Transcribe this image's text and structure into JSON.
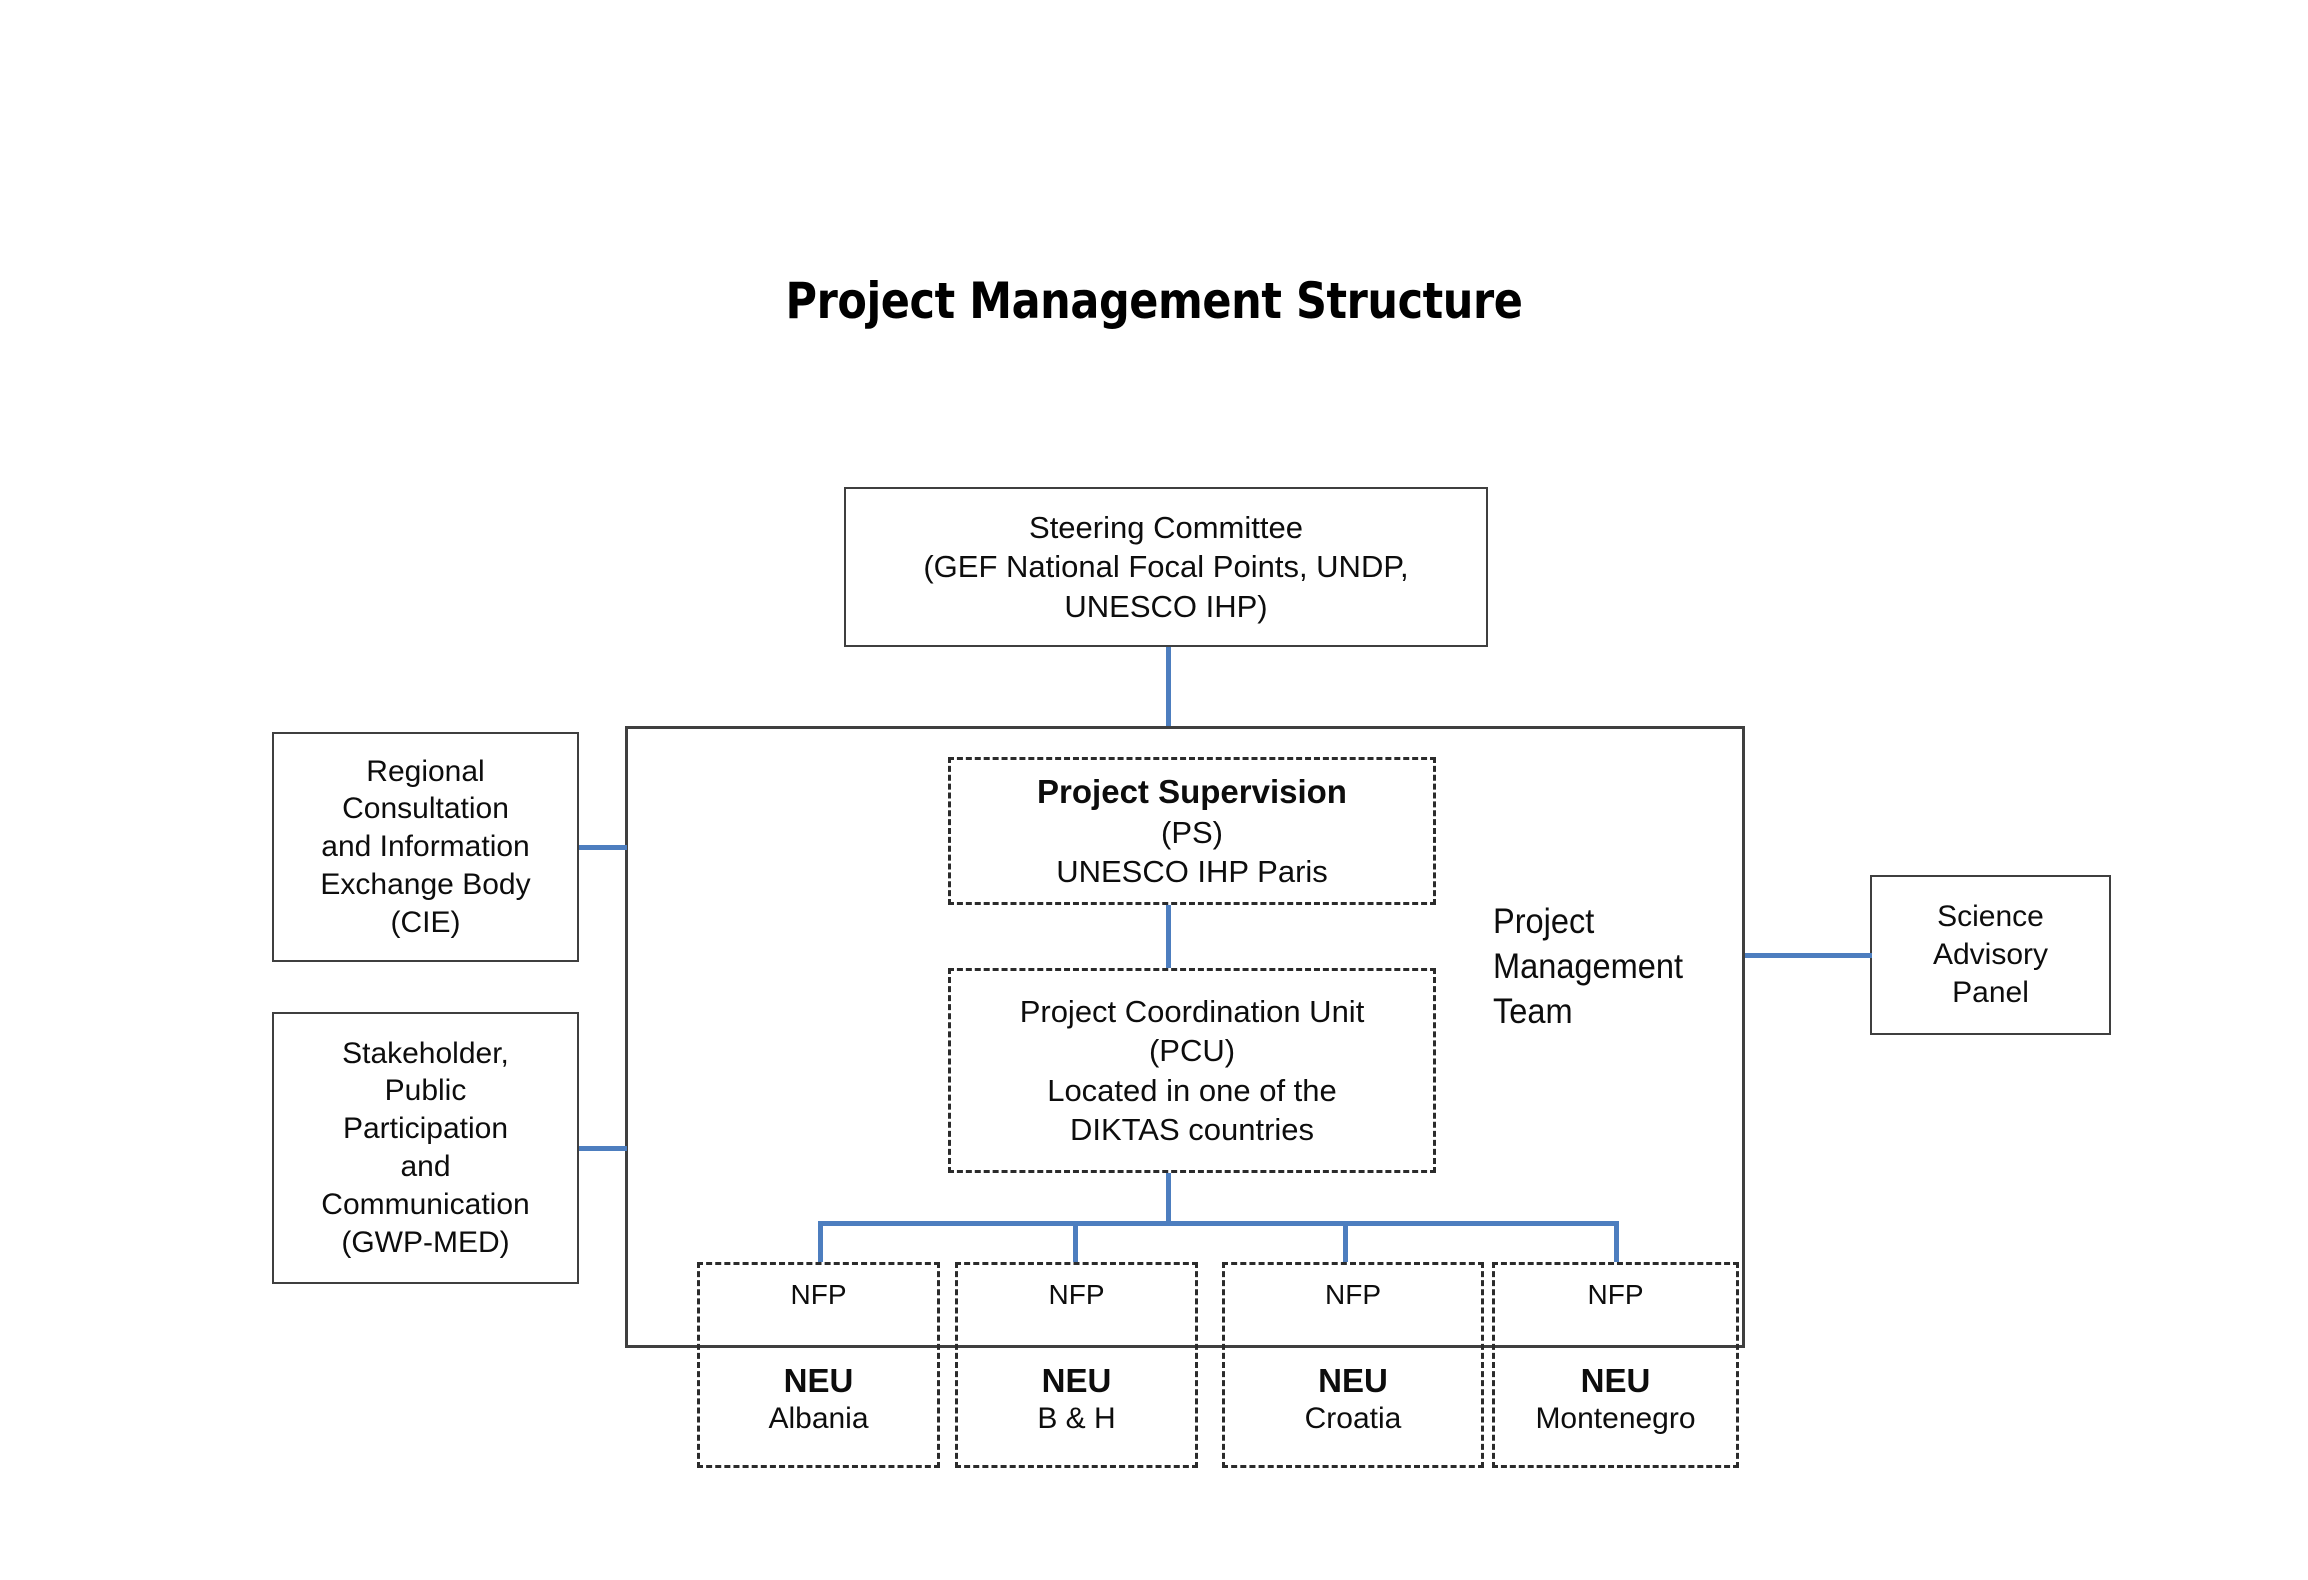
{
  "title": "Project Management Structure",
  "colors": {
    "connector": "#4d7ebf",
    "border_solid": "#3f3f3f",
    "border_dashed": "#2b2b2b",
    "text": "#0d0d0d",
    "background": "#ffffff"
  },
  "nodes": {
    "steering_committee": {
      "lines": [
        "Steering Committee",
        "(GEF National Focal Points, UNDP,",
        "UNESCO IHP)"
      ]
    },
    "project_supervision": {
      "title": "Project Supervision",
      "lines": [
        "(PS)",
        "UNESCO IHP Paris"
      ]
    },
    "project_coordination_unit": {
      "lines": [
        "Project Coordination Unit",
        "(PCU)",
        "Located in one of the",
        "DIKTAS countries"
      ]
    },
    "project_management_team": {
      "lines": [
        "Project",
        "Management",
        "Team"
      ]
    },
    "cie": {
      "lines": [
        "Regional",
        "Consultation",
        "and Information",
        "Exchange Body",
        "(CIE)"
      ]
    },
    "stakeholder": {
      "lines": [
        "Stakeholder,",
        "Public",
        "Participation",
        "and",
        "Communication",
        "(GWP-MED)"
      ]
    },
    "science_advisory_panel": {
      "lines": [
        "Science",
        "Advisory",
        "Panel"
      ]
    }
  },
  "units": [
    {
      "nfp": "NFP",
      "neu": "NEU",
      "country": "Albania"
    },
    {
      "nfp": "NFP",
      "neu": "NEU",
      "country": "B & H"
    },
    {
      "nfp": "NFP",
      "neu": "NEU",
      "country": "Croatia"
    },
    {
      "nfp": "NFP",
      "neu": "NEU",
      "country": "Montenegro"
    }
  ]
}
